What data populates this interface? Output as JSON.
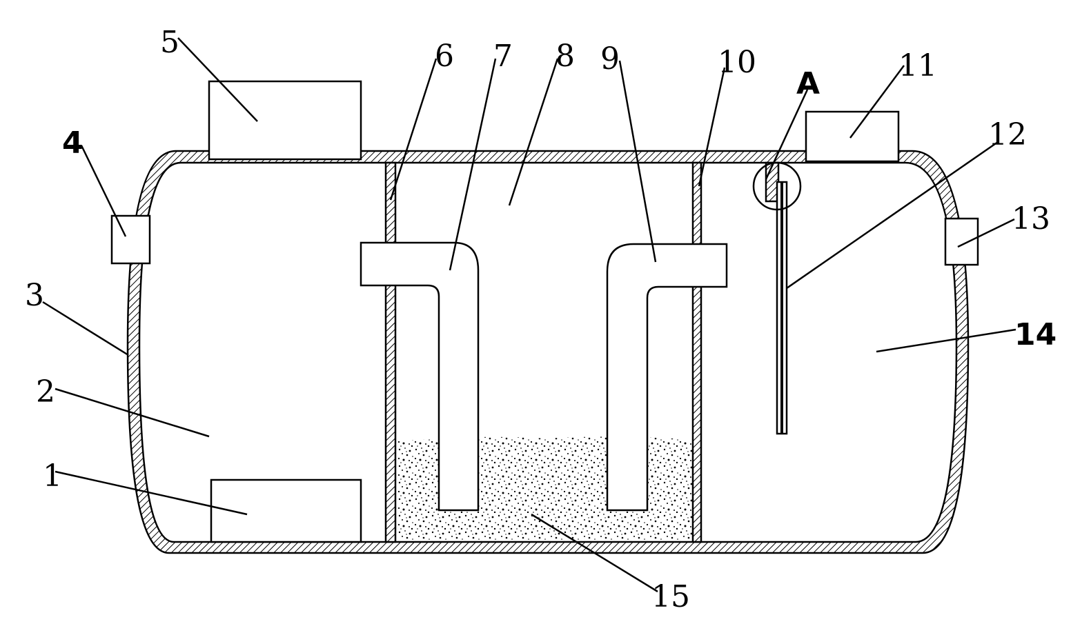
{
  "labels": {
    "l1": "1",
    "l2": "2",
    "l3": "3",
    "l4": "4",
    "l5": "5",
    "l6": "6",
    "l7": "7",
    "l8": "8",
    "l9": "9",
    "l10": "10",
    "lA": "A",
    "l11": "11",
    "l12": "12",
    "l13": "13",
    "l14": "14",
    "l15": "15"
  }
}
